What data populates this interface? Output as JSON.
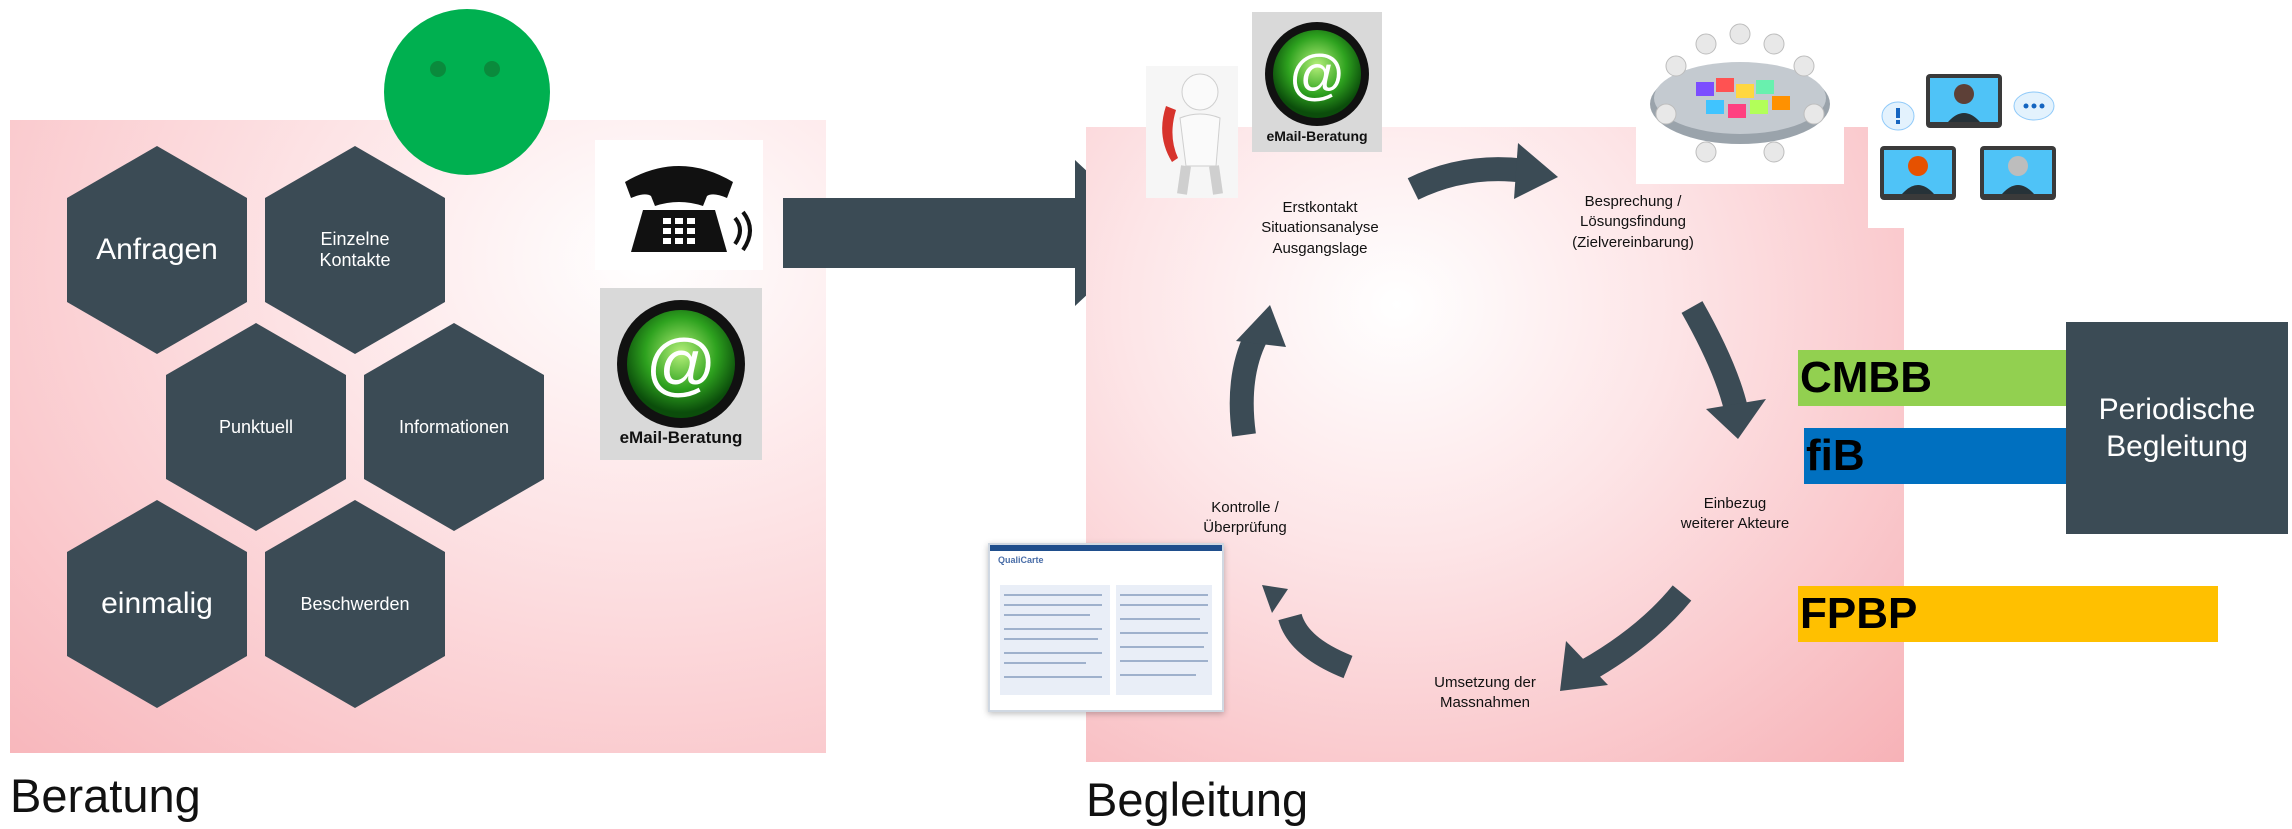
{
  "beratung": {
    "title": "Beratung",
    "hexes": [
      {
        "label": "Anfragen",
        "size": "big"
      },
      {
        "label": "Einzelne\nKontakte",
        "size": "small"
      },
      {
        "label": "Punktuell",
        "size": "small"
      },
      {
        "label": "Informationen",
        "size": "small"
      },
      {
        "label": "einmalig",
        "size": "big"
      },
      {
        "label": "Beschwerden",
        "size": "small"
      }
    ],
    "email_label": "eMail-Beratung"
  },
  "begleitung": {
    "title": "Begleitung",
    "email_label": "eMail-Beratung",
    "cycle": {
      "step1": "Erstkontakt\nSituationsanalyse\nAusgangslage",
      "step2": "Besprechung /\nLösungsfindung\n(Zielvereinbarung)",
      "step3": "Einbezug\nweiterer Akteure",
      "step4": "Umsetzung  der\nMassnahmen",
      "step5": "Kontrolle  /\nÜberprüfung"
    }
  },
  "programs": {
    "cmbb": {
      "label": "CMBB",
      "color": "#92d050"
    },
    "fib": {
      "label": "fiB",
      "color": "#0070c0"
    },
    "fpbp": {
      "label": "FPBP",
      "color": "#ffc000"
    },
    "periodic_box": "Periodische\nBegleitung"
  },
  "document": {
    "logo": "QualiCarte"
  },
  "colors": {
    "hex": "#3b4b55",
    "face": "#00b050",
    "panel": "#f8b7bc"
  }
}
